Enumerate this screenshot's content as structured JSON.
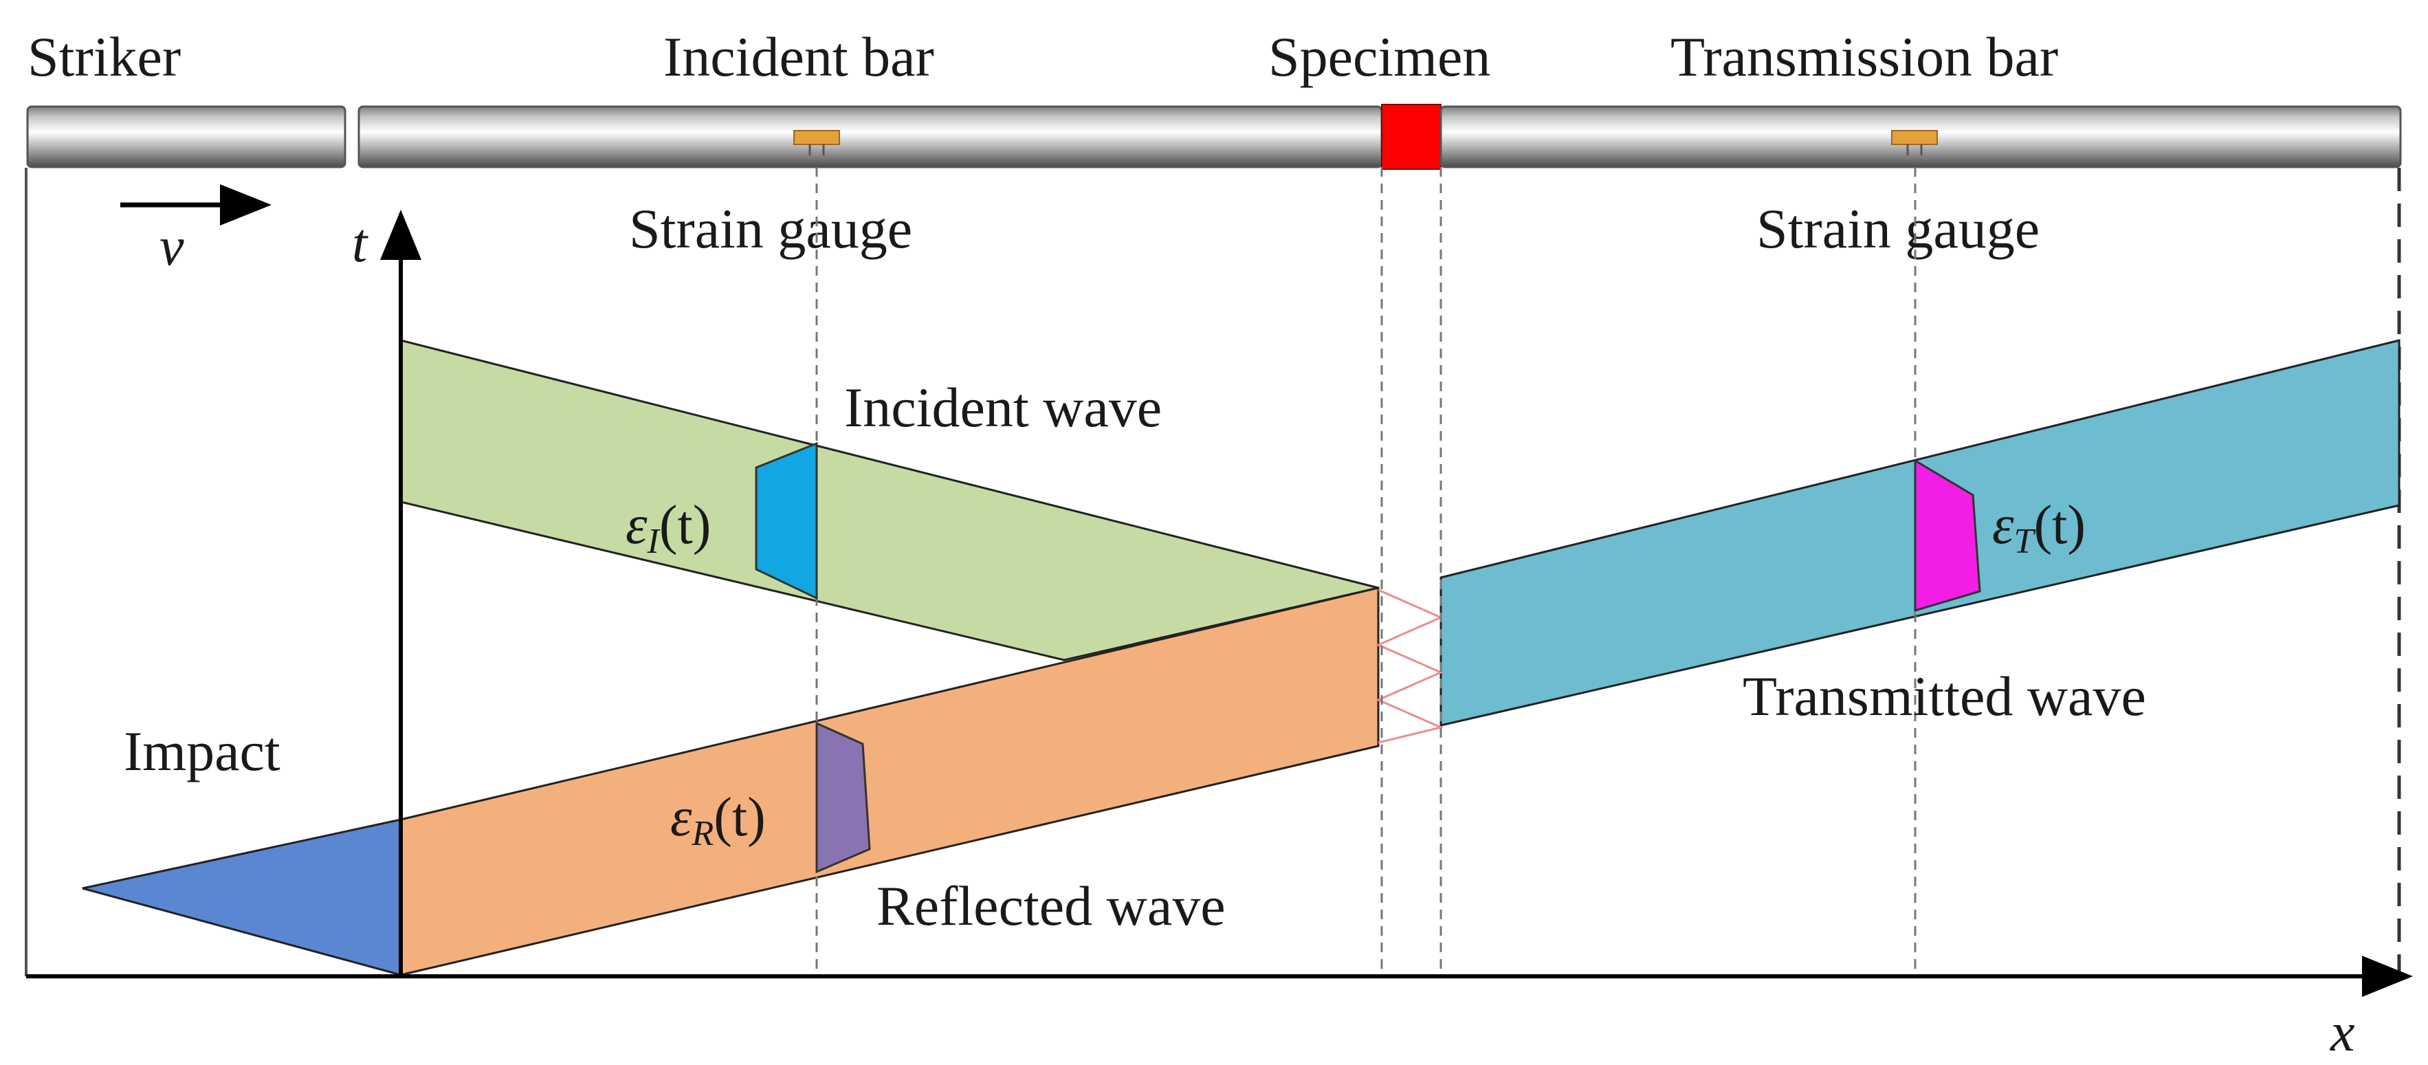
{
  "labels": {
    "striker": "Striker",
    "incident_bar": "Incident bar",
    "specimen": "Specimen",
    "transmission_bar": "Transmission bar",
    "strain_gauge_left": "Strain gauge",
    "strain_gauge_right": "Strain gauge",
    "velocity": "v",
    "axis_t": "t",
    "axis_x": "x",
    "incident_wave": "Incident wave",
    "transmitted_wave": "Transmitted wave",
    "reflected_wave": "Reflected wave",
    "impact": "Impact"
  },
  "signals": {
    "incident": {
      "symbol": "ε",
      "subscript": "I",
      "arg": "(t)"
    },
    "reflected": {
      "symbol": "ε",
      "subscript": "R",
      "arg": "(t)"
    },
    "transmitted": {
      "symbol": "ε",
      "subscript": "T",
      "arg": "(t)"
    }
  },
  "colors": {
    "incident_band": "#c5dba3",
    "reflected_band": "#f4b07c",
    "transmitted_band": "#6dbccf",
    "impact_triangle": "#5b86d2",
    "incident_marker": "#12a6e2",
    "reflected_marker": "#8a73b2",
    "transmitted_marker": "#f31ee6",
    "specimen": "#ff0000",
    "gauge": "#e4a33a",
    "specimen_zigzag": "#ee8c8c"
  }
}
